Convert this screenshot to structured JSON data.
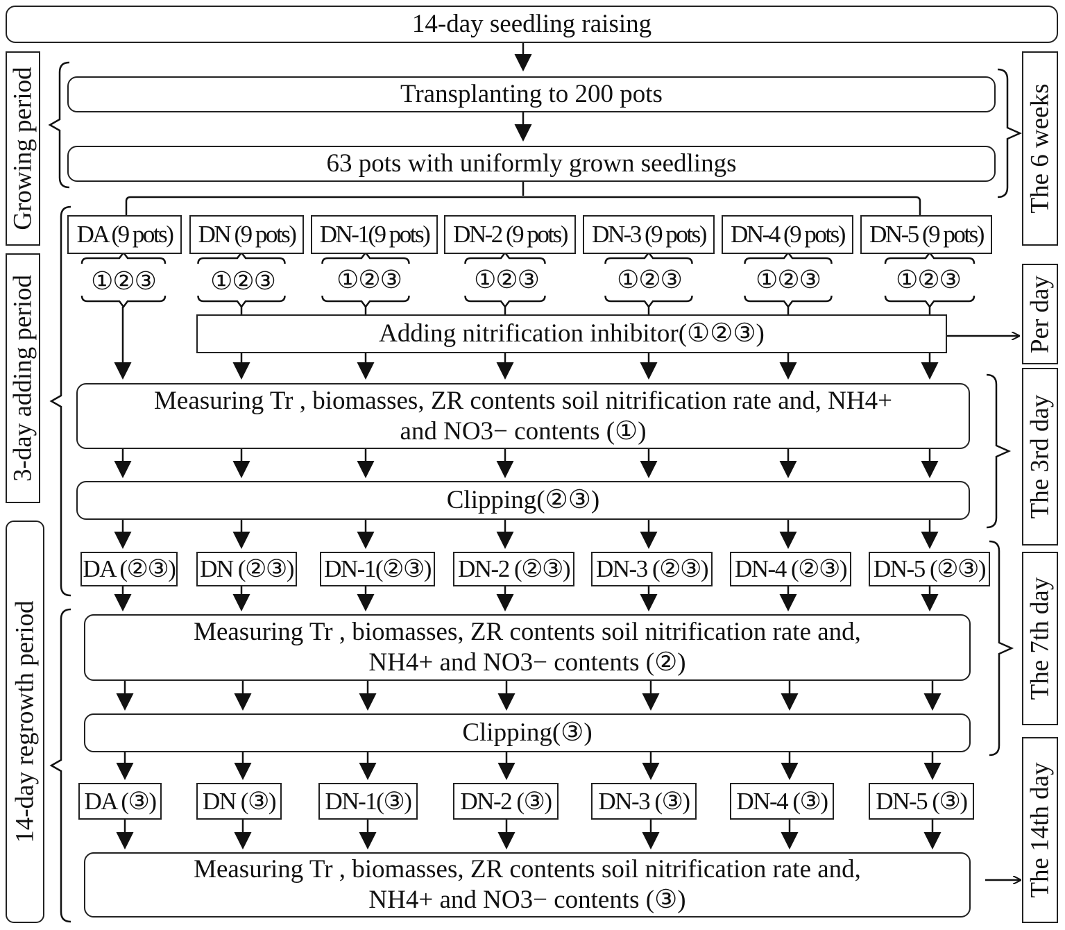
{
  "top": {
    "seedling": "14-day seedling raising"
  },
  "periods": {
    "growing": "Growing period",
    "adding": "3-day adding period",
    "regrowth": "14-day regrowth period"
  },
  "time_labels": {
    "six_weeks": "The 6 weeks",
    "per_day": "Per day",
    "third_day": "The 3rd day",
    "seventh_day": "The 7th day",
    "fourteenth_day": "The 14th day"
  },
  "steps": {
    "transplant": "Transplanting to 200 pots",
    "uniform": "63 pots with uniformly grown seedlings",
    "adding_inhibitor": "Adding nitrification inhibitor(①②③)",
    "measure1_line1": "Measuring Tr , biomasses, ZR contents soil nitrification rate and, NH4+",
    "measure1_line2": "and NO3− contents (①)",
    "clip1": "Clipping(②③)",
    "measure2_line1": "Measuring Tr , biomasses, ZR contents soil nitrification rate and,",
    "measure2_line2": "NH4+ and NO3− contents (②)",
    "clip2": "Clipping(③)",
    "measure3_line1": "Measuring Tr , biomasses, ZR contents soil nitrification rate and,",
    "measure3_line2": "NH4+ and NO3− contents (③)"
  },
  "groups": [
    "DA (9 pots)",
    "DN (9 pots)",
    "DN-1(9 pots)",
    "DN-2 (9 pots)",
    "DN-3 (9 pots)",
    "DN-4 (9 pots)",
    "DN-5 (9 pots)"
  ],
  "replicates": [
    "①②③",
    "①②③",
    "①②③",
    "①②③",
    "①②③",
    "①②③",
    "①②③"
  ],
  "after_clip1": [
    "DA (②③)",
    "DN (②③)",
    "DN-1(②③)",
    "DN-2 (②③)",
    "DN-3 (②③)",
    "DN-4 (②③)",
    "DN-5 (②③)"
  ],
  "after_clip2": [
    "DA (③)",
    "DN (③)",
    "DN-1(③)",
    "DN-2 (③)",
    "DN-3 (③)",
    "DN-4 (③)",
    "DN-5 (③)"
  ]
}
